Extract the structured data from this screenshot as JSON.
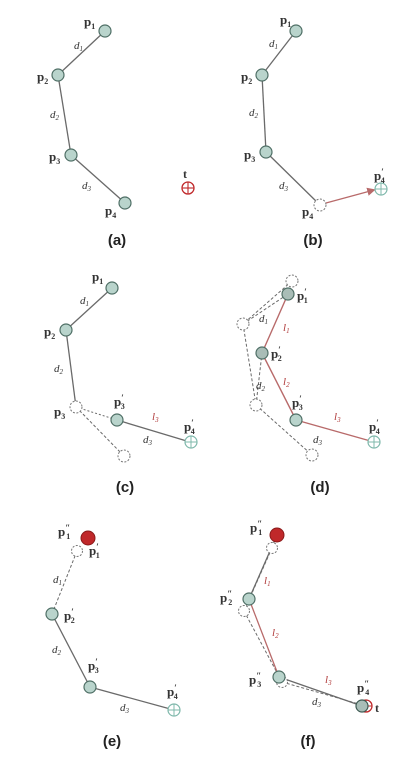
{
  "colors": {
    "joint_fill": "#b9d4cc",
    "joint_stroke": "#4f6f66",
    "link": "#6a6a6a",
    "new_link": "#b86a6a",
    "target_red": "#c0282a",
    "dashed": "#6a6a6a",
    "label_dark": "#333333",
    "label_red": "#b03a3a"
  },
  "captions": [
    "(a)",
    "(b)",
    "(c)",
    "(d)",
    "(e)",
    "(f)"
  ],
  "labels": {
    "p1": "p",
    "sub1": "1",
    "p2": "p",
    "sub2": "2",
    "p3": "p",
    "sub3": "3",
    "p4": "p",
    "sub4": "4",
    "prime": "′",
    "dprime": "″",
    "t": "t",
    "d1": "d",
    "d2": "d",
    "d3": "d",
    "l1": "l",
    "l2": "l",
    "l3": "l"
  }
}
